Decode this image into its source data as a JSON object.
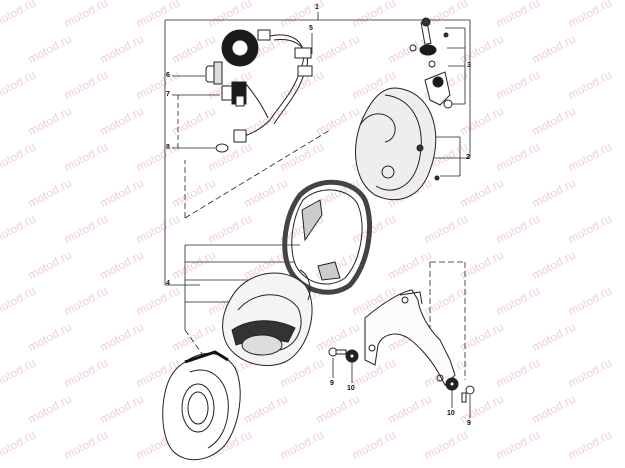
{
  "watermark": {
    "text": "motod.ru",
    "color": "#f2cfcf"
  },
  "callouts": {
    "c1": "1",
    "c2": "2",
    "c3": "3",
    "c4": "4",
    "c5": "5",
    "c6": "6",
    "c7": "7",
    "c8": "8",
    "c9a": "9",
    "c9b": "9",
    "c10a": "10",
    "c10b": "10"
  },
  "parts": [
    {
      "ref": "1",
      "name": "headlight-assembly"
    },
    {
      "ref": "2",
      "name": "headlight-housing"
    },
    {
      "ref": "3",
      "name": "adjuster-screw-set"
    },
    {
      "ref": "4",
      "name": "reflector-and-lens"
    },
    {
      "ref": "5",
      "name": "wiring-harness"
    },
    {
      "ref": "6",
      "name": "main-bulb"
    },
    {
      "ref": "7",
      "name": "bulb-socket"
    },
    {
      "ref": "8",
      "name": "parking-bulb"
    },
    {
      "ref": "9",
      "name": "mounting-screw"
    },
    {
      "ref": "10",
      "name": "rubber-grommet"
    }
  ]
}
